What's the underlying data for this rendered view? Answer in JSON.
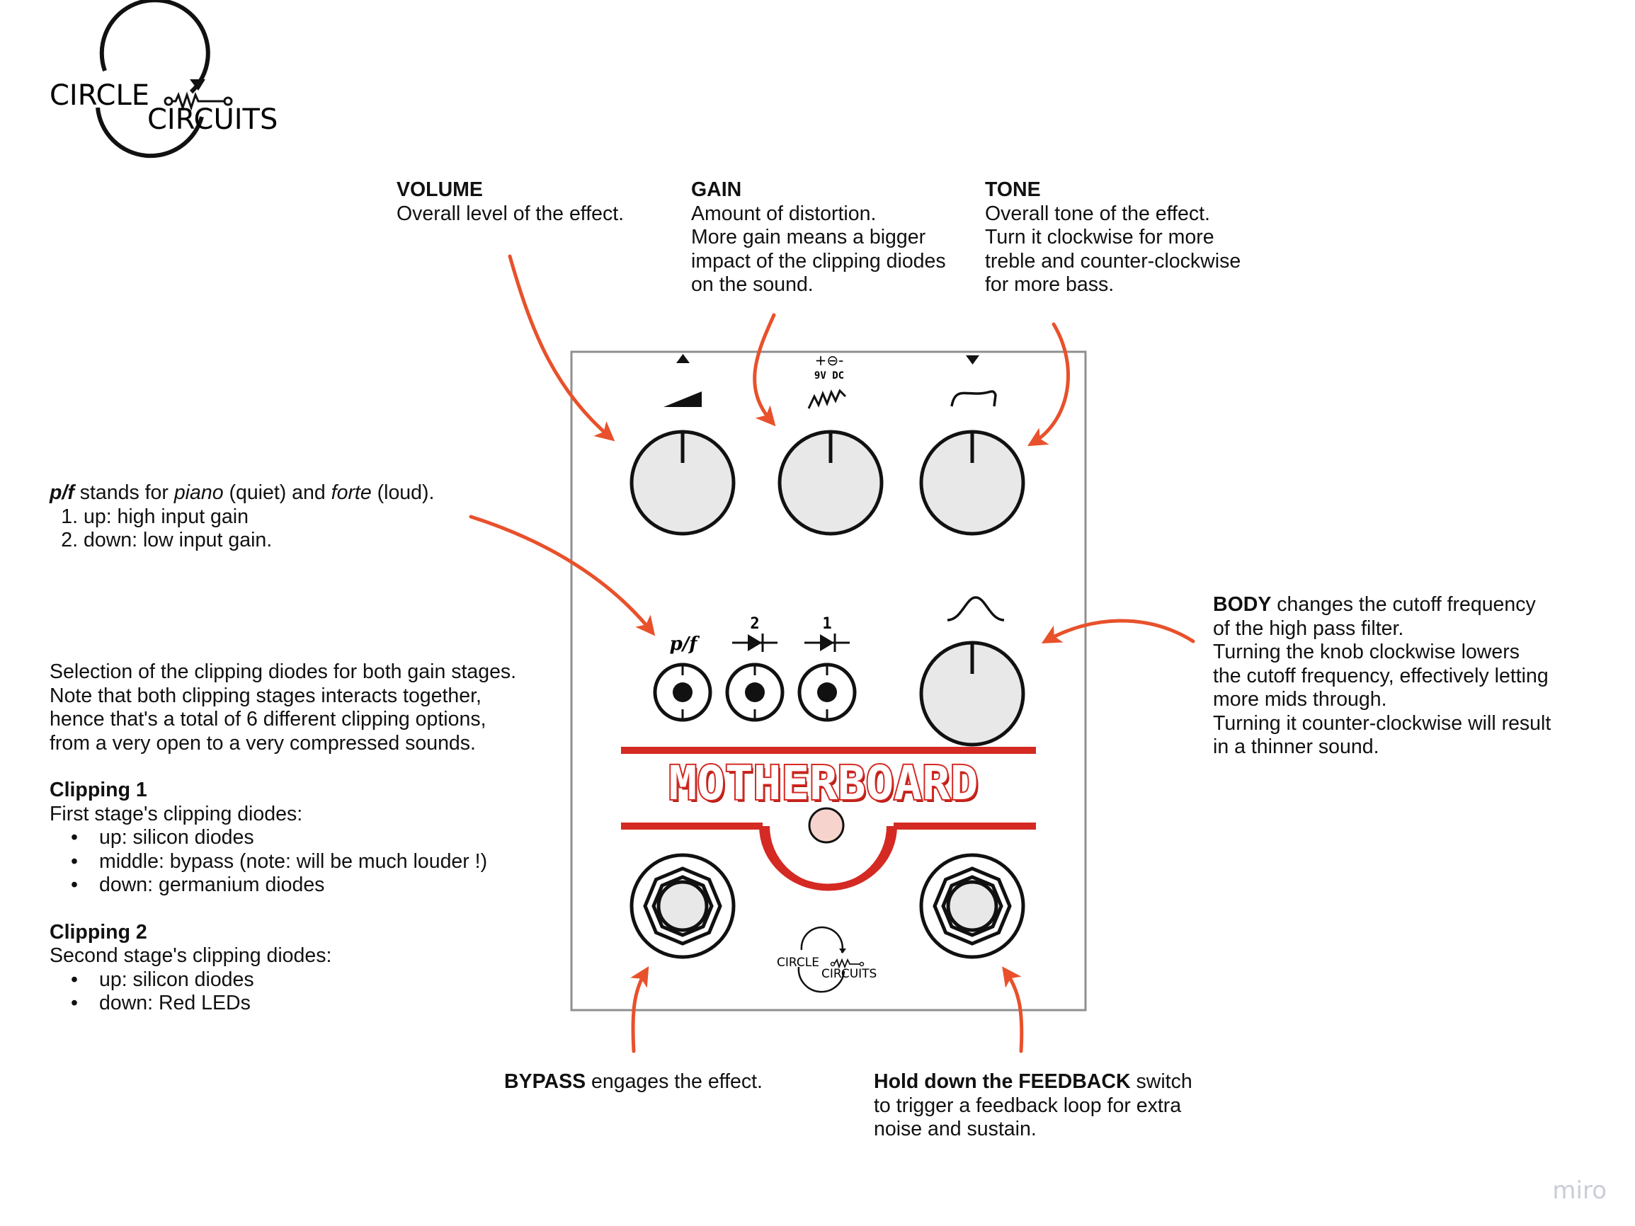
{
  "brand": {
    "logo_line1": "CIRCLE",
    "logo_line2": "CIRCUITS",
    "watermark": "miro"
  },
  "colors": {
    "arrow": "#e8512b",
    "pedal_red": "#d42a23",
    "knob_fill": "#e8e8e8",
    "led": "#f6d3cc",
    "panel_border": "#8f8f8f"
  },
  "pedal": {
    "name": "MOTHERBOARD",
    "power_label": "9V DC",
    "power_polarity": "+⊖-",
    "switch_labels": [
      "p/f",
      "2",
      "1"
    ]
  },
  "volume": {
    "title": "VOLUME",
    "lines": [
      "Overall level of the effect."
    ]
  },
  "gain": {
    "title": "GAIN",
    "lines": [
      "Amount of distortion.",
      "More gain means a bigger",
      "impact of the clipping diodes",
      "on the sound."
    ]
  },
  "tone": {
    "title": "TONE",
    "lines": [
      "Overall tone of the effect.",
      "Turn it clockwise for more",
      "treble and counter-clockwise",
      "for more bass."
    ]
  },
  "pf": {
    "term": "p/f",
    "stands_for": "stands for",
    "piano": "piano",
    "piano_note": "(quiet) and",
    "forte": "forte",
    "forte_note": "(loud).",
    "items": [
      {
        "n": "1.",
        "text": "up: high input gain"
      },
      {
        "n": "2.",
        "text": "down: low input gain."
      }
    ]
  },
  "selection": {
    "lines": [
      "Selection of the clipping diodes for both gain stages.",
      "Note that both clipping stages interacts together,",
      "hence that's a total of 6 different clipping options,",
      "from a very open to a very compressed sounds."
    ]
  },
  "clipping1": {
    "title": "Clipping 1",
    "subtitle": "First stage's clipping diodes:",
    "items": [
      "up: silicon diodes",
      "middle: bypass (note: will be much louder !)",
      "down: germanium diodes"
    ]
  },
  "clipping2": {
    "title": "Clipping 2",
    "subtitle": "Second stage's clipping diodes:",
    "items": [
      "up: silicon diodes",
      "down: Red LEDs"
    ]
  },
  "body": {
    "term": "BODY",
    "first_rest": "changes the cutoff frequency",
    "lines": [
      "of the high pass filter.",
      "Turning the knob clockwise lowers",
      "the cutoff frequency, effectively letting",
      "more mids through.",
      "Turning it counter-clockwise will result",
      "in a thinner sound."
    ]
  },
  "bypass": {
    "term": "BYPASS",
    "rest": "engages the effect."
  },
  "feedback": {
    "term": "Hold down the FEEDBACK",
    "first_rest": "switch",
    "lines": [
      "to trigger a feedback loop for extra",
      "noise and sustain."
    ]
  }
}
